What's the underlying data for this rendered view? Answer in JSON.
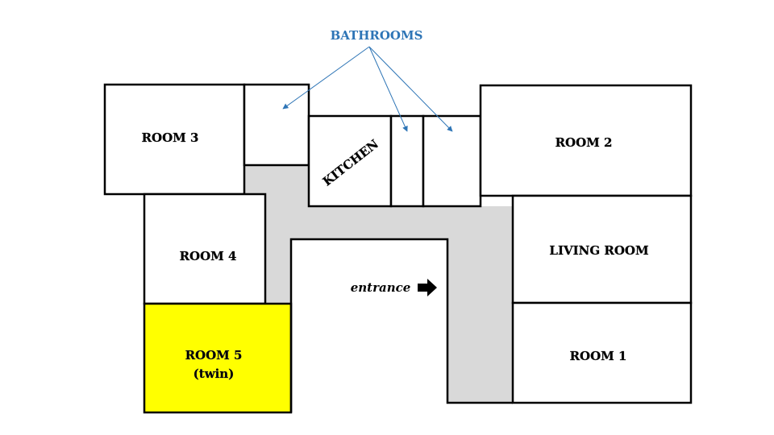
{
  "colors": {
    "corridor": "#d9d9d9",
    "highlight_room": "#ffff00",
    "annotation": "#2e75b6",
    "wall": "#000000"
  },
  "annotation": {
    "label": "BATHROOMS"
  },
  "entrance": {
    "label": "entrance",
    "icon": "arrow-right-icon"
  },
  "rooms": {
    "room3": {
      "label": "ROOM 3"
    },
    "room4": {
      "label": "ROOM 4"
    },
    "room5": {
      "label_line1": "ROOM 5",
      "label_line2": "(twin)"
    },
    "kitchen": {
      "label": "KITCHEN"
    },
    "room2": {
      "label": "ROOM 2"
    },
    "living_room": {
      "label": "LIVING ROOM"
    },
    "room1": {
      "label": "ROOM 1"
    }
  }
}
